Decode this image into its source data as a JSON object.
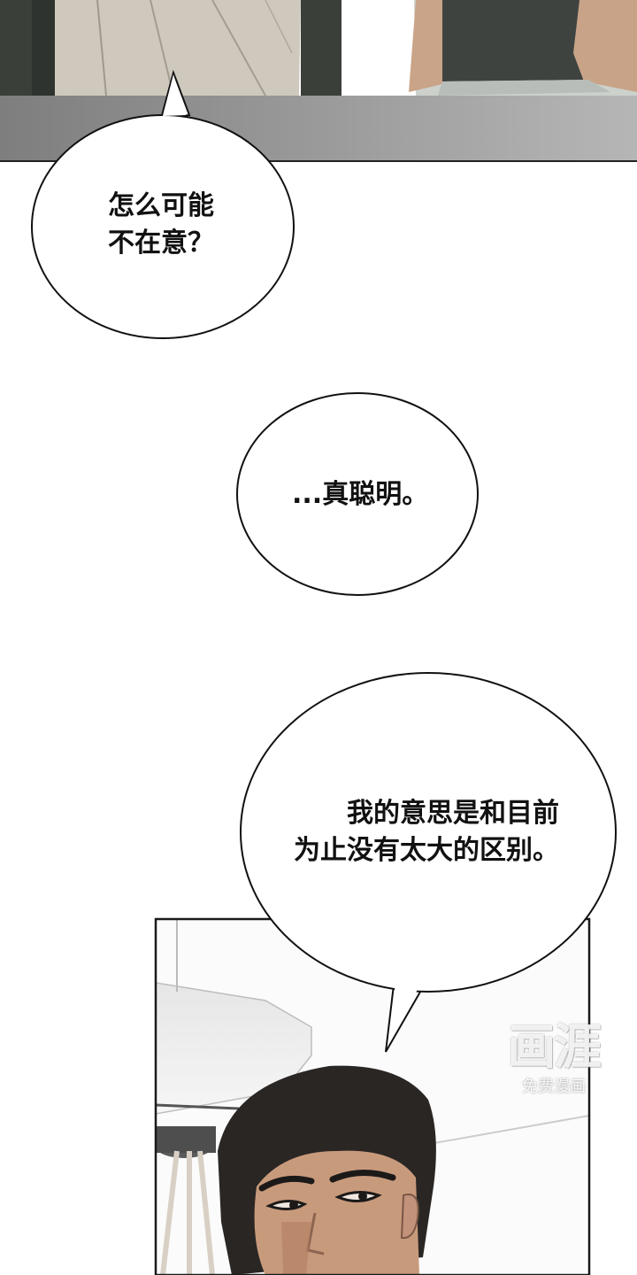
{
  "bubbles": [
    {
      "lines": [
        "怎么可能",
        "不在意？"
      ]
    },
    {
      "lines": [
        "...真聪明。"
      ]
    },
    {
      "lines": [
        "我的意思是和目前",
        "为止没有太大的区别。"
      ]
    }
  ],
  "watermark": {
    "logo": "画涯",
    "subtitle": "免费漫画"
  },
  "colors": {
    "ink": "#111111",
    "panel_gray": "#8c8c8c",
    "bubble_fill": "#ffffff"
  }
}
